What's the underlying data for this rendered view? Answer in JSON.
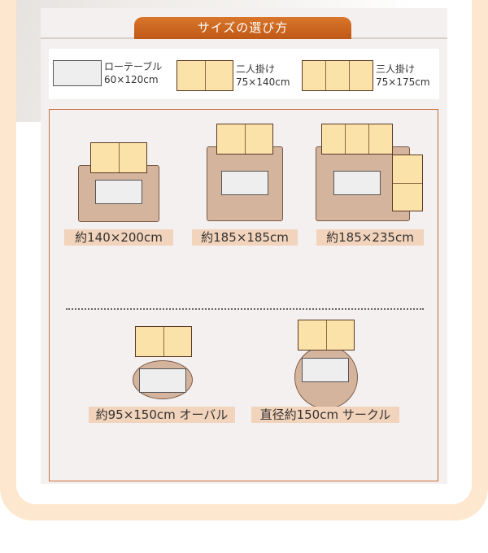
{
  "header": {
    "title": "サイズの選び方"
  },
  "legend": [
    {
      "name": "ローテーブル",
      "size": "60×120cm"
    },
    {
      "name": "二人掛け",
      "size": "75×140cm"
    },
    {
      "name": "三人掛け",
      "size": "75×175cm"
    }
  ],
  "layouts": [
    {
      "label": "約140×200cm"
    },
    {
      "label": "約185×185cm"
    },
    {
      "label": "約185×235cm"
    },
    {
      "label": "約95×150cm オーバル"
    },
    {
      "label": "直径約150cm サークル"
    }
  ],
  "colors": {
    "header_orange": "#c8601c",
    "rug": "#d5b49e",
    "sofa": "#fbe2a8",
    "table": "#eeeeee",
    "frame_border": "#c86e3a",
    "label_bg": "#f2d3bb",
    "outer_bg": "#fde8cf"
  }
}
